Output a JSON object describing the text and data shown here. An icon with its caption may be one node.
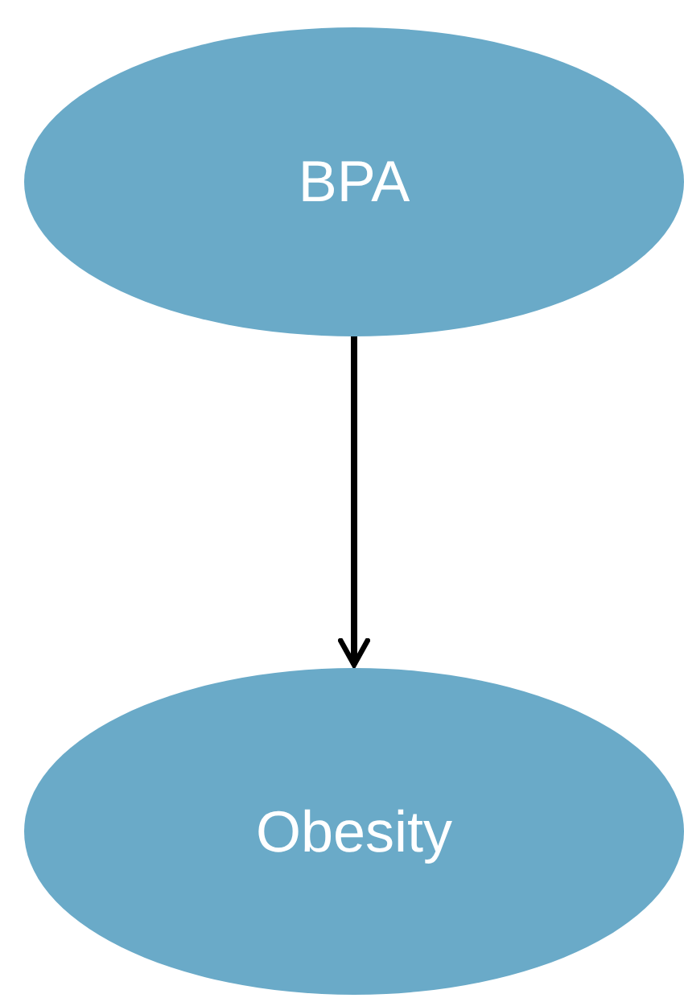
{
  "diagram": {
    "nodes": [
      {
        "text": [
          "BPA"
        ]
      },
      {
        "text": [
          "Obesity"
        ]
      }
    ],
    "edges": [
      {
        "from": 0,
        "to": 1,
        "arrow": "to"
      }
    ]
  }
}
